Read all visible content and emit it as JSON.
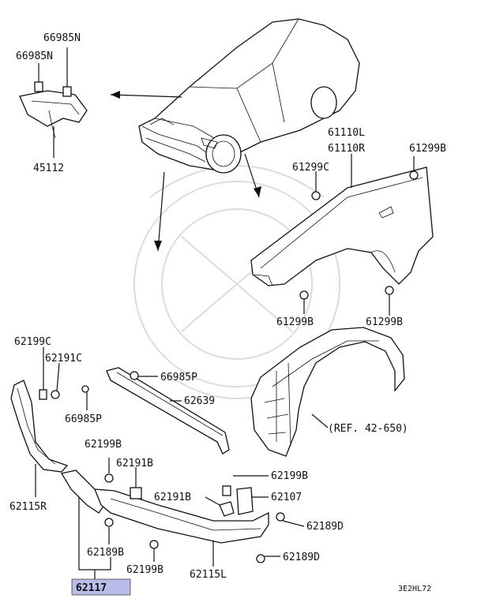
{
  "diagram": {
    "bracket_group": {
      "labels": [
        "66985N",
        "66985N",
        "45112"
      ]
    },
    "fender_group": {
      "labels": [
        "61110L",
        "61110R",
        "61299B",
        "61299C",
        "61299B",
        "61299B"
      ]
    },
    "liner_group": {
      "reference": "(REF. 42-650)"
    },
    "bumper_group": {
      "labels": [
        "62199C",
        "62191C",
        "66985P",
        "66985P",
        "62639",
        "62199B",
        "62191B",
        "62191B",
        "62199B",
        "62107",
        "62115R",
        "62189D",
        "62189B",
        "62199B",
        "62115L",
        "62189D"
      ],
      "highlighted_part": "62117"
    },
    "highlight_color": "#b8bde8",
    "diagram_code": "3E2HL72"
  }
}
